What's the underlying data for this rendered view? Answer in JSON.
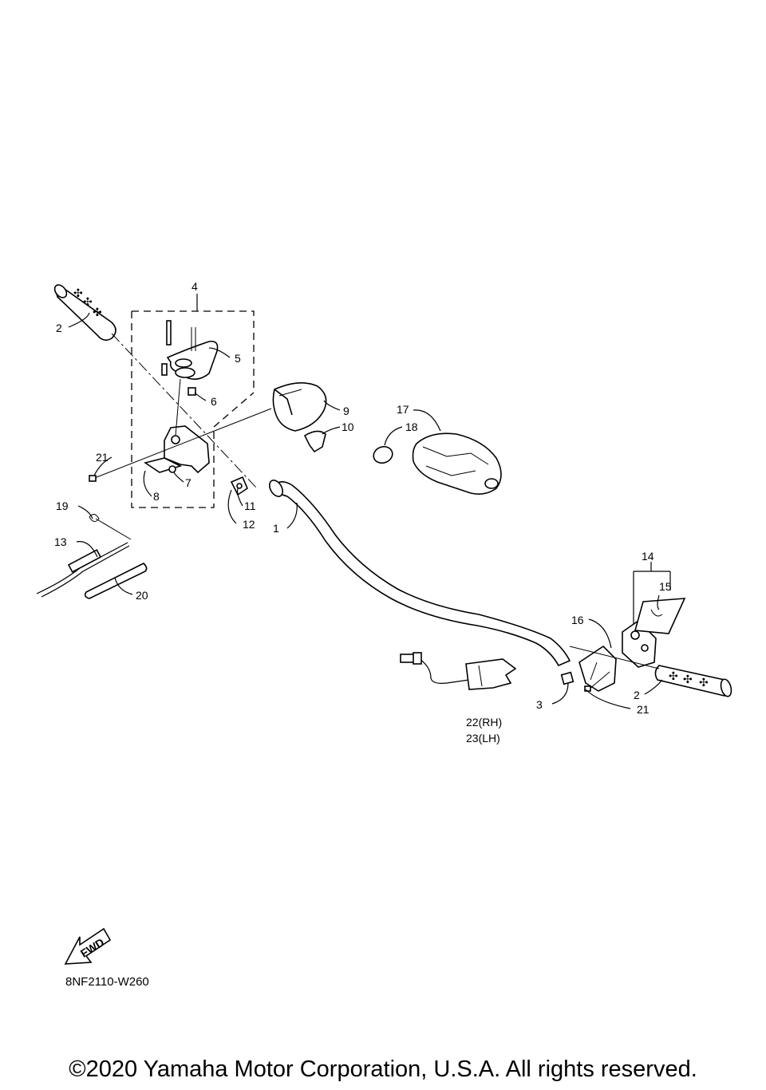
{
  "diagram": {
    "labels": {
      "p1": "1",
      "p2a": "2",
      "p2b": "2",
      "p3": "3",
      "p4": "4",
      "p5": "5",
      "p6": "6",
      "p7": "7",
      "p8": "8",
      "p9": "9",
      "p10": "10",
      "p11": "11",
      "p12": "12",
      "p13": "13",
      "p14": "14",
      "p15": "15",
      "p16": "16",
      "p17": "17",
      "p18": "18",
      "p19": "19",
      "p20": "20",
      "p21a": "21",
      "p21b": "21",
      "p22": "22(RH)",
      "p23": "23(LH)"
    },
    "fwd_text": "FWD",
    "code": "8NF2110-W260"
  },
  "footer": {
    "copyright": "©2020 Yamaha Motor Corporation, U.S.A. All rights reserved."
  },
  "icons": [
    "fwd-arrow-icon"
  ]
}
